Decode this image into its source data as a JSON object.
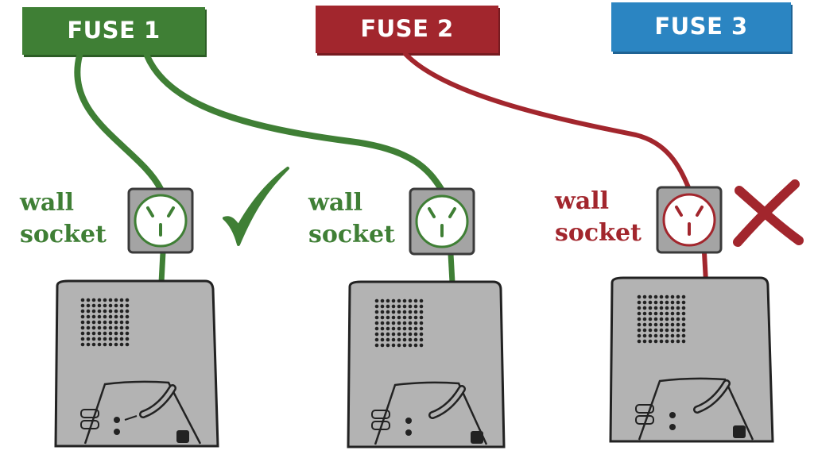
{
  "colors": {
    "green": "#3f7f35",
    "red": "#a2262d",
    "blue": "#2b85c2",
    "socket_gray": "#a4a4a4",
    "device_gray": "#b3b3b3"
  },
  "fuses": [
    {
      "label": "FUSE 1",
      "color": "#3f7f35"
    },
    {
      "label": "FUSE 2",
      "color": "#a2262d"
    },
    {
      "label": "FUSE 3",
      "color": "#2b85c2"
    }
  ],
  "sockets": [
    {
      "line1": "wall",
      "line2": "socket",
      "color": "#3f7f35",
      "fuse": "FUSE 1",
      "status": "tick-icon"
    },
    {
      "line1": "wall",
      "line2": "socket",
      "color": "#3f7f35",
      "fuse": "FUSE 1",
      "status": "none"
    },
    {
      "line1": "wall",
      "line2": "socket",
      "color": "#a2262d",
      "fuse": "FUSE 2",
      "status": "cross-icon"
    }
  ]
}
